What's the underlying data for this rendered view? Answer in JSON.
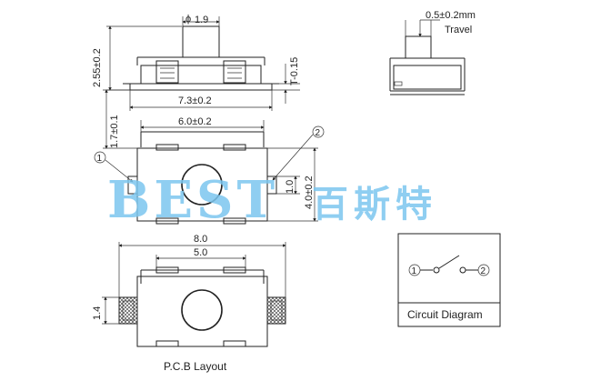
{
  "dims": {
    "dia": "1.9",
    "dia_sym": "ϕ",
    "height_total": "2.55±0.2",
    "t": "T-0.15",
    "width_73": "7.3±0.2",
    "h17": "1.7±0.1",
    "width_60": "6.0±0.2",
    "h10": "1.0",
    "h40": "4.0±0.2",
    "pcb_80": "8.0",
    "pcb_50": "5.0",
    "pcb_14": "1.4"
  },
  "side_view": {
    "travel_value": "0.5±0.2mm",
    "travel_label": "Travel"
  },
  "markers": {
    "m1": "1",
    "m2": "2"
  },
  "watermark": {
    "latin": "BEST",
    "cjk": "百斯特"
  },
  "pcb_label": "P.C.B Layout",
  "circuit": {
    "label": "Circuit Diagram",
    "n1": "1",
    "n2": "2"
  },
  "colors": {
    "line": "#222222",
    "watermark": "#7cc6ef"
  }
}
